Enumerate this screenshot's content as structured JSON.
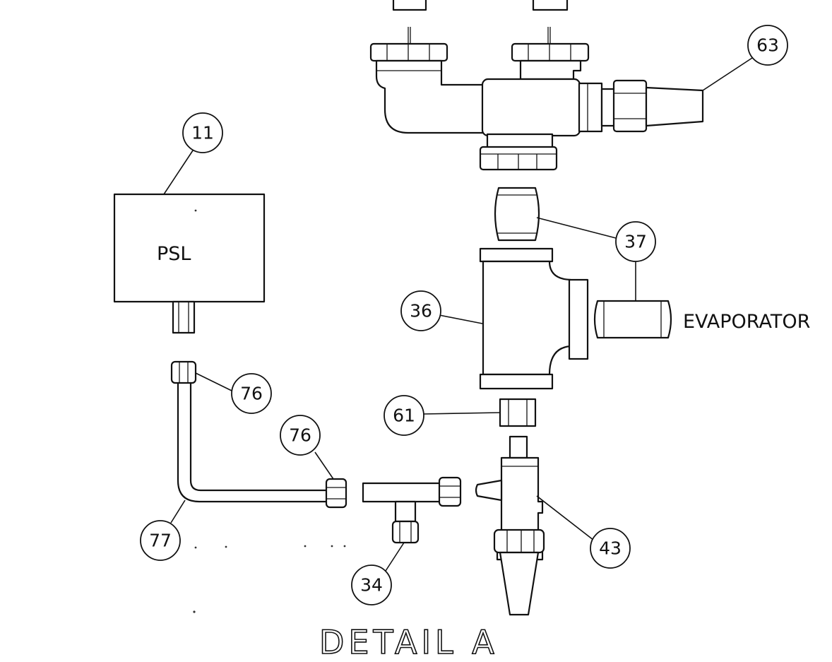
{
  "title": "DETAIL A",
  "component_label": "PSL",
  "connection_label": "EVAPORATOR",
  "callouts": {
    "c63": "63",
    "c11": "11",
    "c37a": "37",
    "c36": "36",
    "c76a": "76",
    "c76b": "76",
    "c61": "61",
    "c77": "77",
    "c43": "43",
    "c34": "34"
  }
}
